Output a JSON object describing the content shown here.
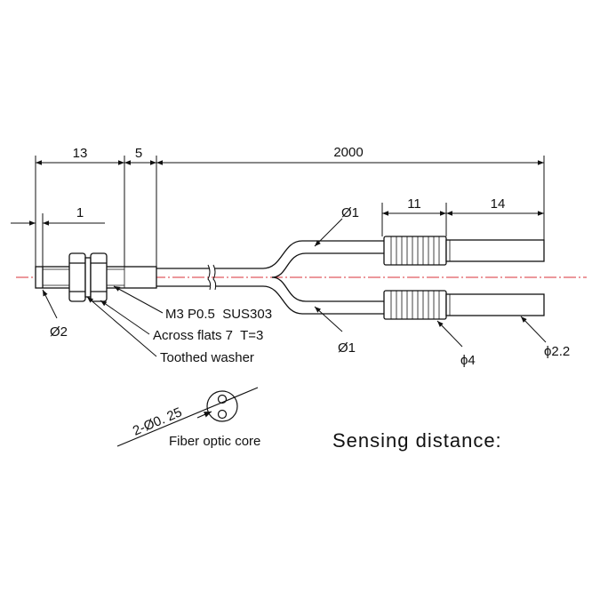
{
  "dimensions": {
    "len_13": "13",
    "len_5": "5",
    "len_2000": "2000",
    "len_1": "1",
    "len_11": "11",
    "len_14": "14",
    "dia_tip": "Ø2",
    "dia_fiber_top": "Ø1",
    "dia_fiber_bottom": "Ø1",
    "dia_sleeve": "ϕ4",
    "dia_end": "ϕ2.2"
  },
  "callouts": {
    "thread": "M3 P0.5  SUS303",
    "nut": "Across flats 7  T=3",
    "washer": "Toothed washer"
  },
  "core": {
    "spec": "2-Ø0. 25",
    "caption": "Fiber optic core"
  },
  "sensing": {
    "label": "Sensing distance:"
  },
  "colors": {
    "line": "#111111",
    "centerline": "#d9303a"
  }
}
